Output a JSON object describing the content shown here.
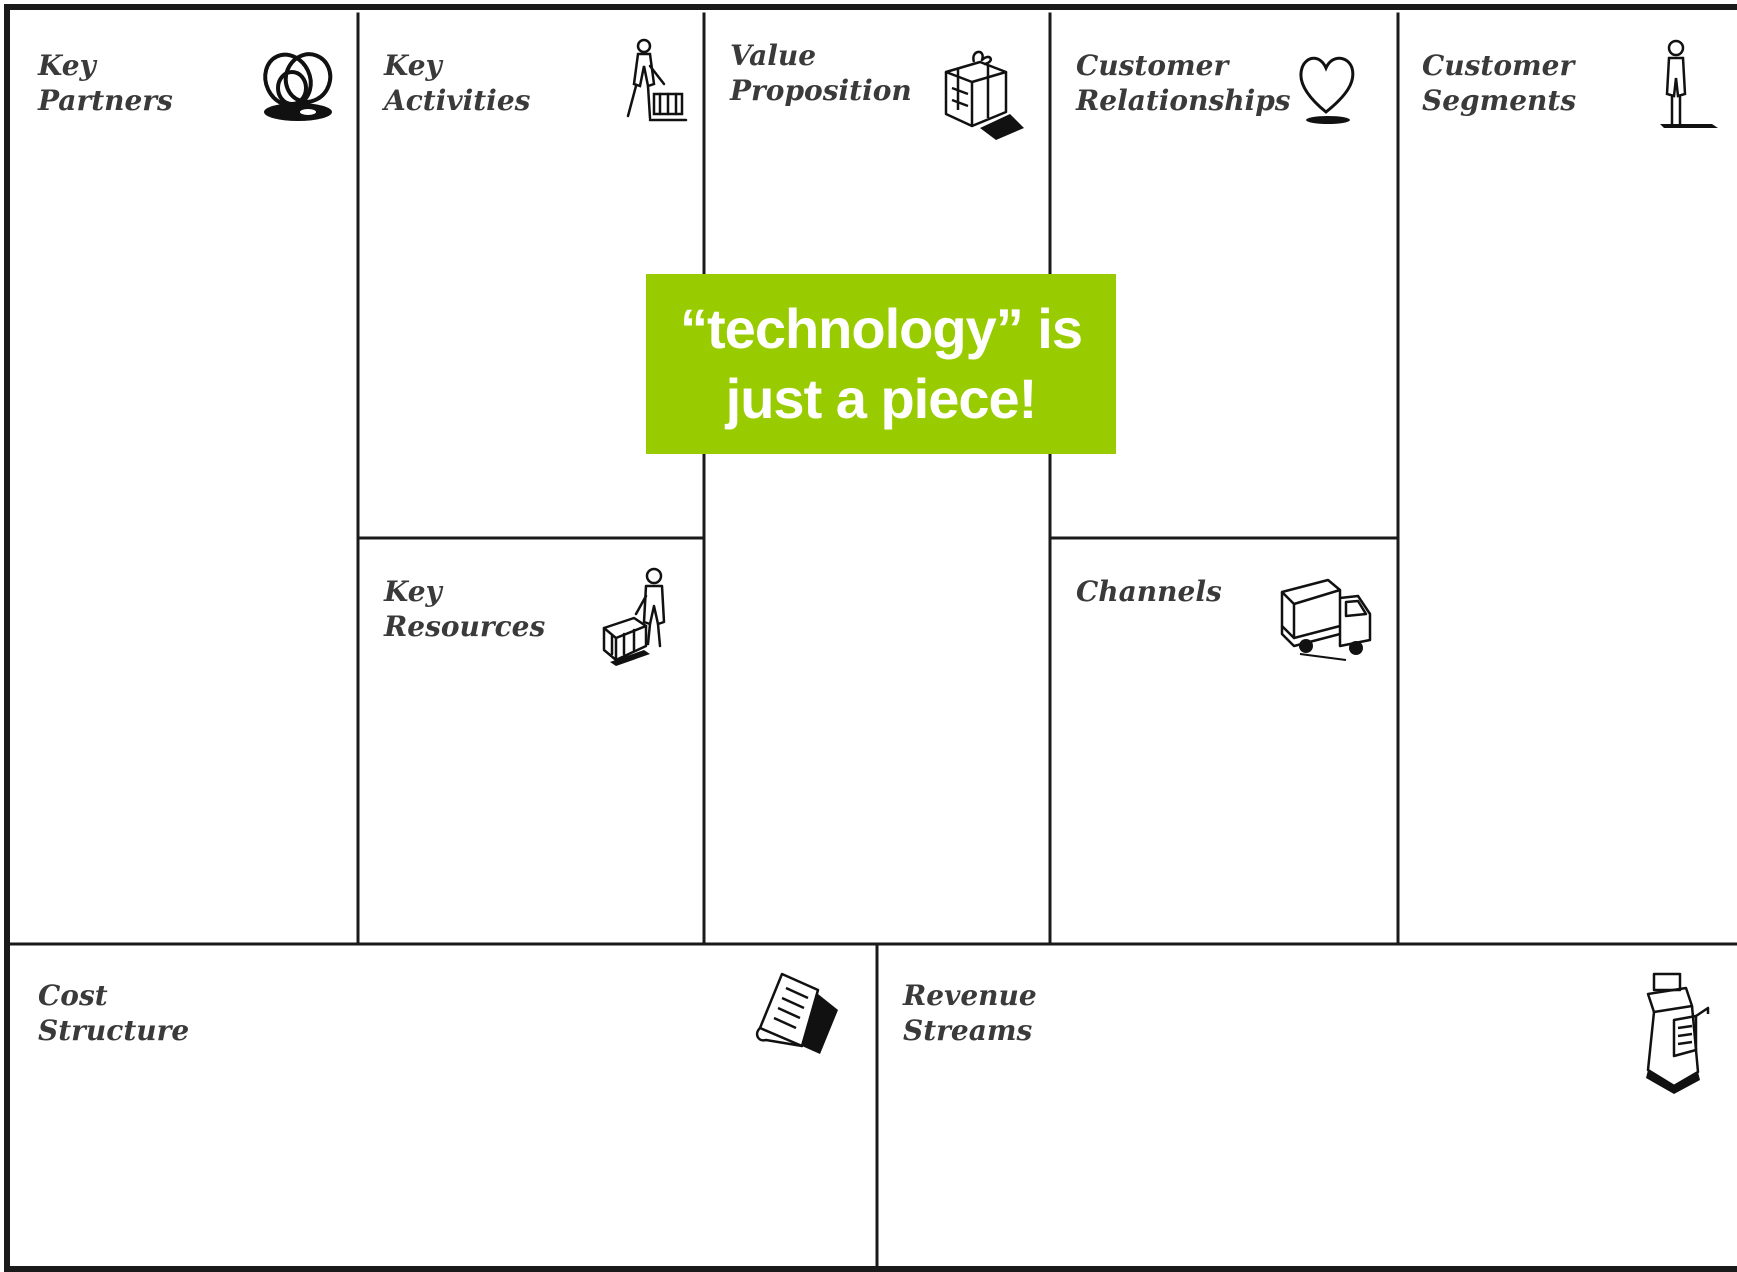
{
  "canvas": {
    "blocks": [
      {
        "id": "key-partners",
        "title_lines": [
          "Key",
          "Partners"
        ],
        "icon": "linked-rings-icon"
      },
      {
        "id": "key-activities",
        "title_lines": [
          "Key",
          "Activities"
        ],
        "icon": "worker-with-cart-icon"
      },
      {
        "id": "value-proposition",
        "title_lines": [
          "Value",
          "Proposition"
        ],
        "icon": "gift-package-icon"
      },
      {
        "id": "customer-relationships",
        "title_lines": [
          "Customer",
          "Relationships"
        ],
        "icon": "heart-icon"
      },
      {
        "id": "customer-segments",
        "title_lines": [
          "Customer",
          "Segments"
        ],
        "icon": "standing-person-icon"
      },
      {
        "id": "key-resources",
        "title_lines": [
          "Key",
          "Resources"
        ],
        "icon": "person-with-machine-icon"
      },
      {
        "id": "channels",
        "title_lines": [
          "Channels"
        ],
        "icon": "delivery-truck-icon"
      },
      {
        "id": "cost-structure",
        "title_lines": [
          "Cost",
          "Structure"
        ],
        "icon": "receipt-icon"
      },
      {
        "id": "revenue-streams",
        "title_lines": [
          "Revenue",
          "Streams"
        ],
        "icon": "cash-register-icon"
      }
    ]
  },
  "callout": {
    "line1": "“technology” is",
    "line2": "just a piece!",
    "background_color": "#99cc00",
    "text_color": "#ffffff"
  }
}
